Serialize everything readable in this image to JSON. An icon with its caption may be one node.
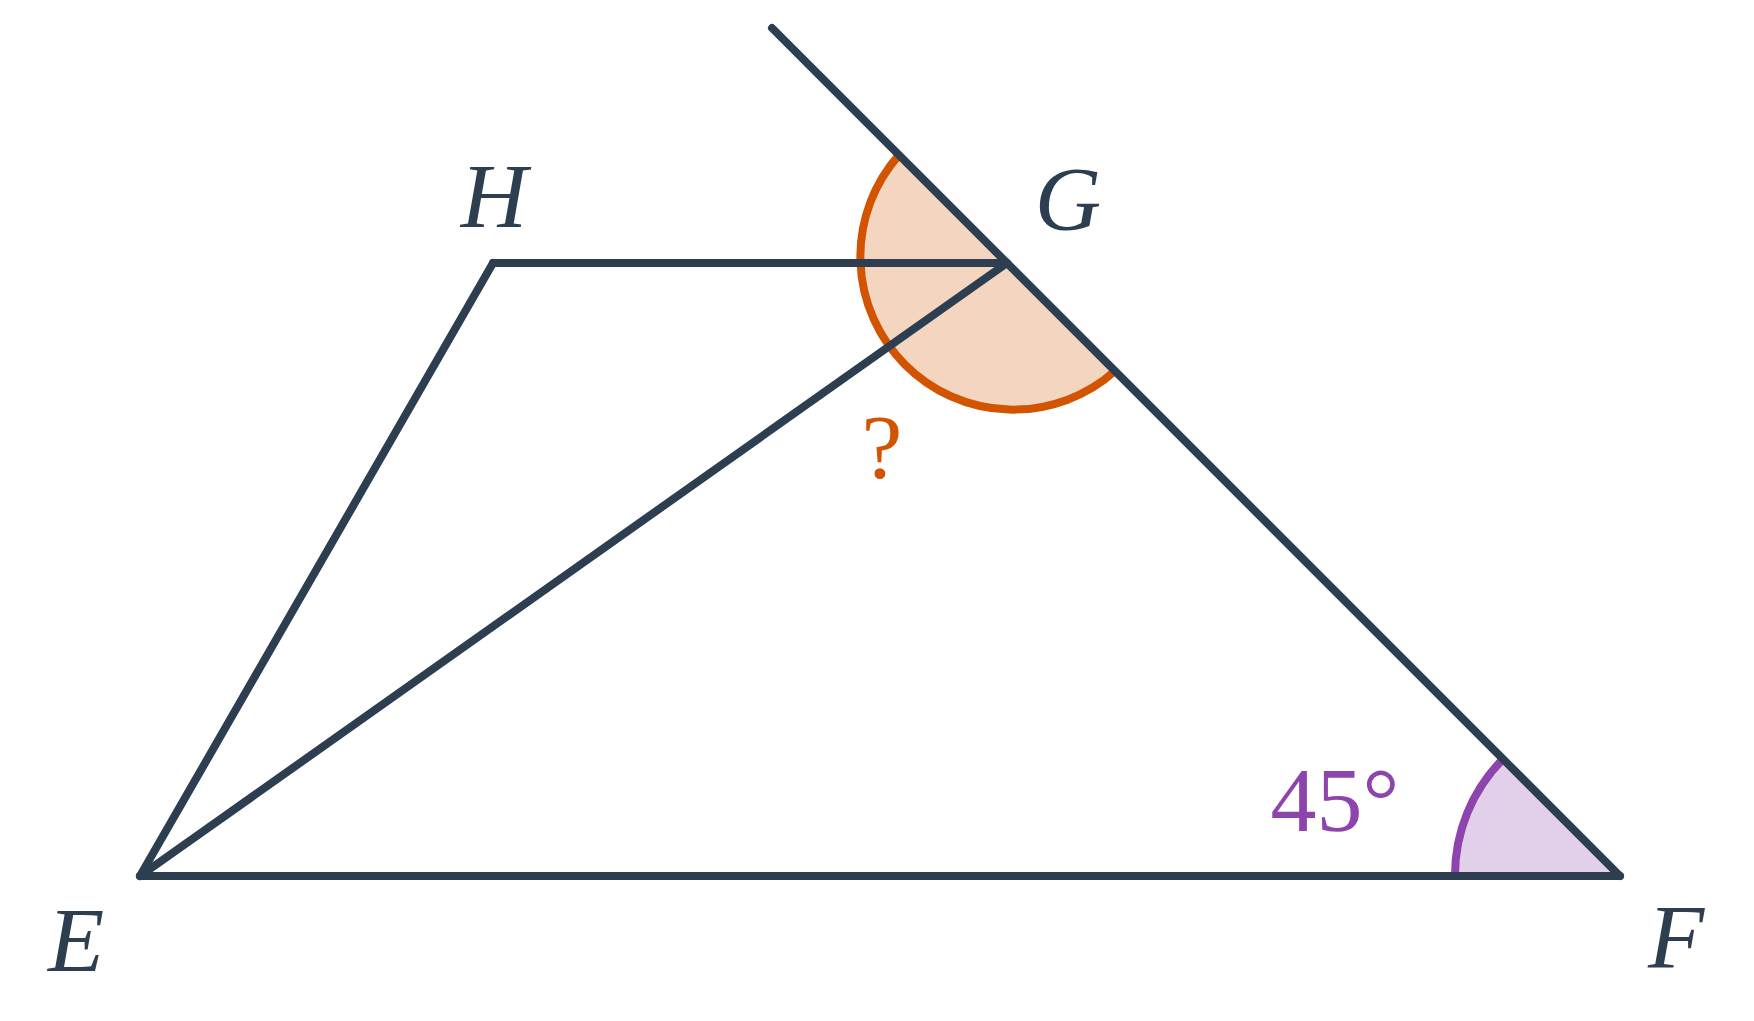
{
  "diagram": {
    "labels": [
      "H",
      "G",
      "E",
      "F",
      "45°",
      "?"
    ]
  }
}
